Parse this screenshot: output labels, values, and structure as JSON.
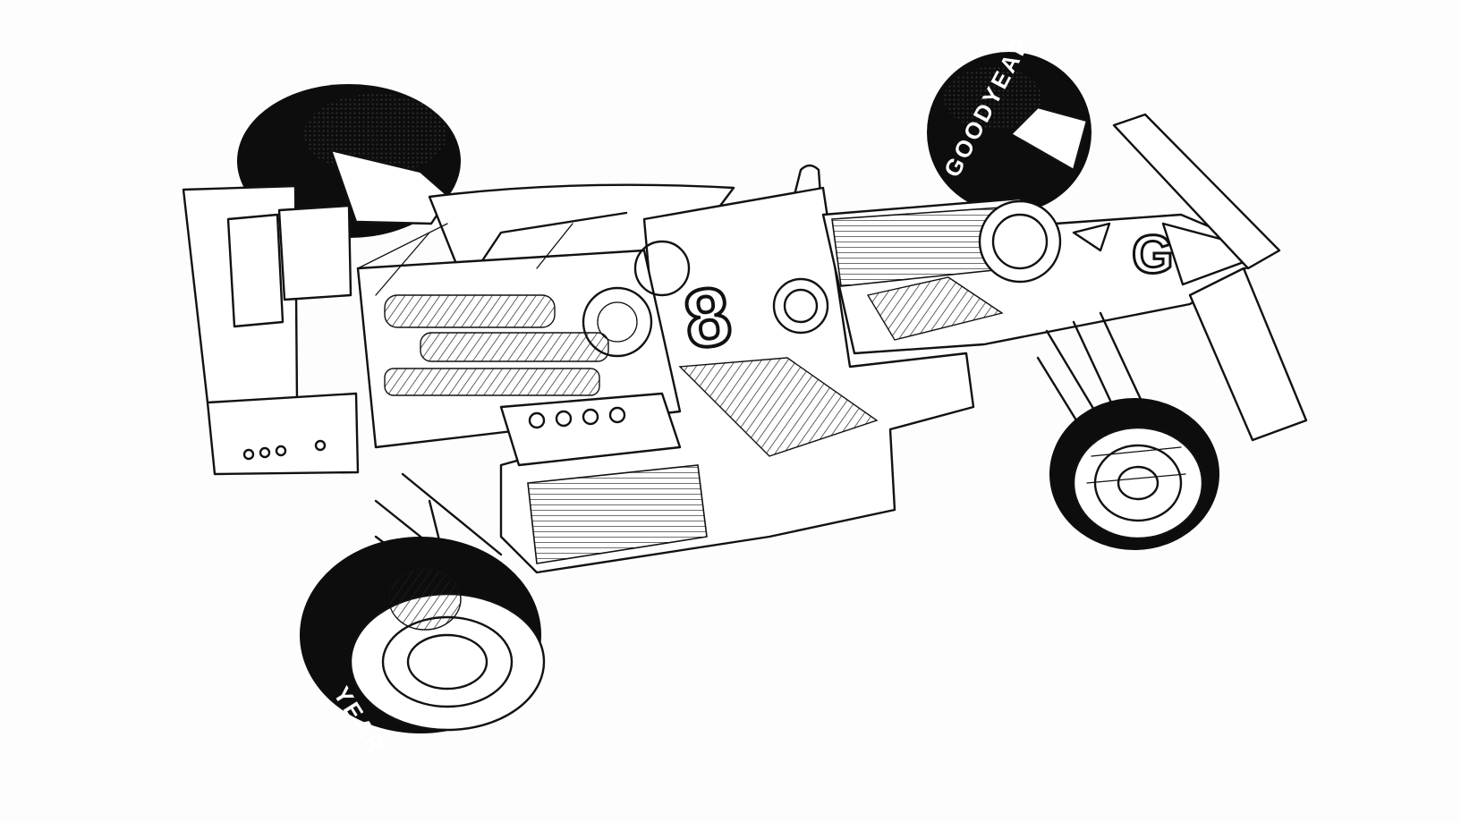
{
  "car": {
    "race_number": "8",
    "tyre_brand_front": "GOODYEAR",
    "tyre_brand_rear": "YEAR",
    "nose_badge": "G"
  },
  "colors": {
    "ink": "#111111",
    "paper": "#ffffff"
  }
}
